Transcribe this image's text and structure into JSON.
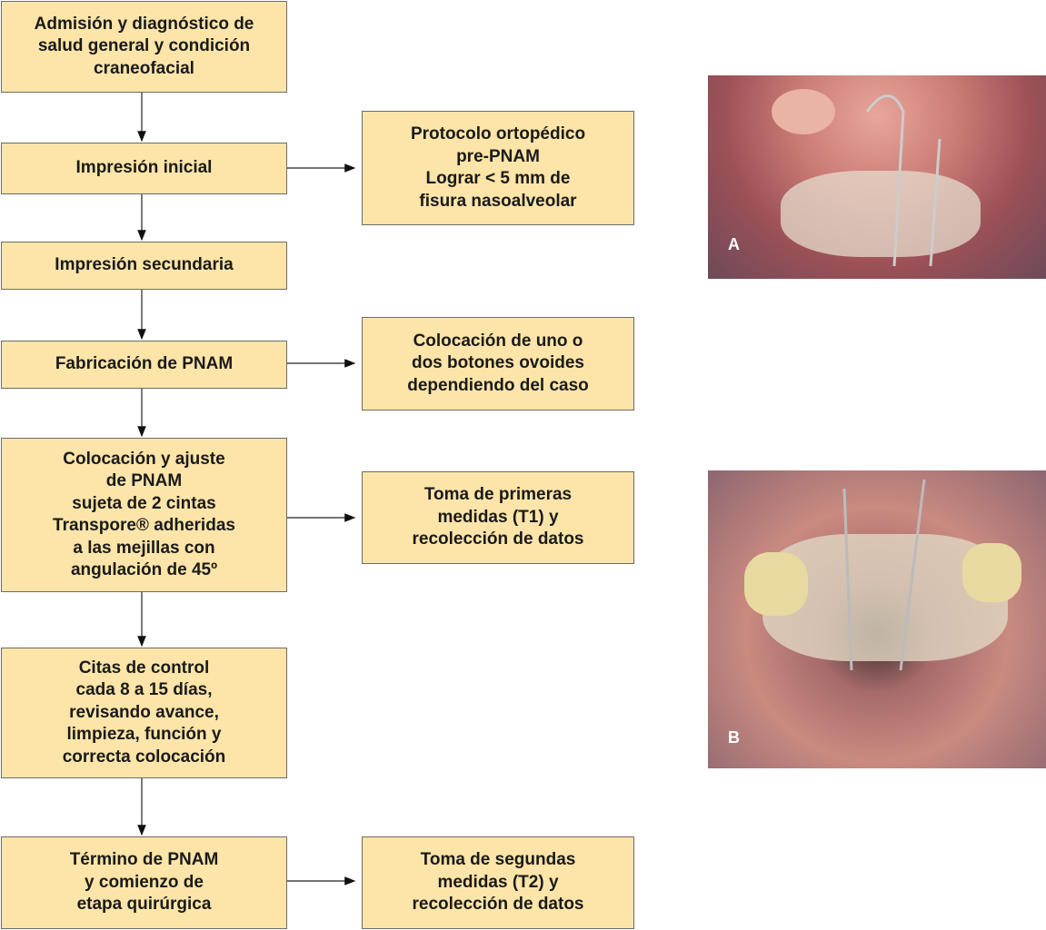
{
  "steps": [
    {
      "text": "Admisión y diagnóstico de\nsalud general y condición\ncraneofacial"
    },
    {
      "text": "Impresión inicial"
    },
    {
      "text": "Impresión secundaria"
    },
    {
      "text": "Fabricación de PNAM"
    },
    {
      "text": "Colocación y ajuste\nde PNAM\nsujeta de 2 cintas\nTranspore® adheridas\na las mejillas con\nangulación de 45º"
    },
    {
      "text": "Citas de control\ncada 8 a 15 días,\nrevisando avance,\nlimpieza, función y\ncorrecta colocación"
    },
    {
      "text": "Término de PNAM\ny comienzo de\netapa quirúrgica"
    }
  ],
  "side_steps": [
    {
      "text": "Protocolo ortopédico\npre-PNAM\nLograr < 5 mm de\nfisura nasoalveolar"
    },
    {
      "text": "Colocación de uno o\ndos botones ovoides\ndependiendo del caso"
    },
    {
      "text": "Toma de primeras\nmedidas (T1) y\nrecolección de datos"
    },
    {
      "text": "Toma de segundas\nmedidas (T2) y\nrecolección de datos"
    }
  ],
  "photos": [
    {
      "label": "A"
    },
    {
      "label": "B"
    }
  ],
  "colors": {
    "box_fill": "#fde5a9",
    "box_border": "#6b6b6b"
  }
}
